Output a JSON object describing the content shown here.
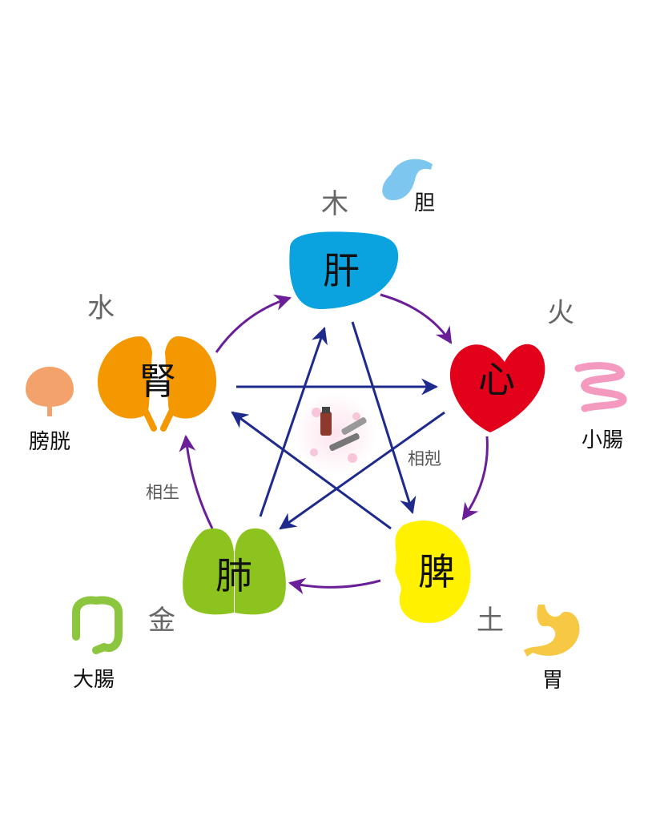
{
  "diagram": {
    "organs": [
      {
        "id": "liver",
        "label": "肝",
        "element": "木",
        "partner": "胆",
        "color": "#0aa3e0"
      },
      {
        "id": "heart",
        "label": "心",
        "element": "火",
        "partner": "小腸",
        "color": "#e2001a"
      },
      {
        "id": "spleen",
        "label": "脾",
        "element": "土",
        "partner": "胃",
        "color": "#fff100"
      },
      {
        "id": "lung",
        "label": "肺",
        "element": "金",
        "partner": "大腸",
        "color": "#8cc31e"
      },
      {
        "id": "kidney",
        "label": "腎",
        "element": "水",
        "partner": "膀胱",
        "color": "#f39800"
      }
    ],
    "relations": {
      "generating": "相生",
      "controlling": "相剋"
    },
    "colors": {
      "generating_arrow": "#6a1f99",
      "controlling_arrow": "#1e2a8c",
      "gallbladder": "#7cc6ef",
      "small_intestine": "#f49ac1",
      "stomach": "#f7c843",
      "large_intestine": "#8cc63f",
      "bladder": "#f2a26a"
    },
    "icons": [
      "gallbladder-icon",
      "small-intestine-icon",
      "stomach-icon",
      "large-intestine-icon",
      "bladder-icon",
      "herbal-medicine-icon"
    ]
  }
}
